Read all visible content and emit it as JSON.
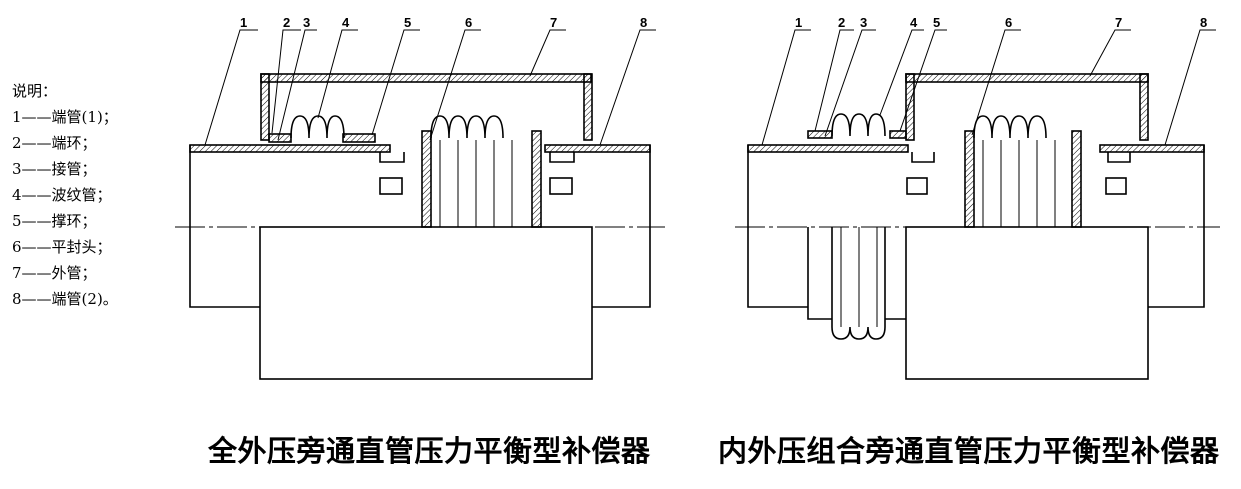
{
  "legend": {
    "title": "说明：",
    "items": [
      "1——端管(1)；",
      "2——端环；",
      "3——接管；",
      "4——波纹管；",
      "5——撑环；",
      "6——平封头；",
      "7——外管；",
      "8——端管(2)。"
    ]
  },
  "callouts_left": [
    "1",
    "2",
    "3",
    "4",
    "5",
    "6",
    "7",
    "8"
  ],
  "callouts_right": [
    "1",
    "2",
    "3",
    "4",
    "5",
    "6",
    "7",
    "8"
  ],
  "captions": {
    "left": "全外压旁通直管压力平衡型补偿器",
    "right": "内外压组合旁通直管压力平衡型补偿器"
  }
}
